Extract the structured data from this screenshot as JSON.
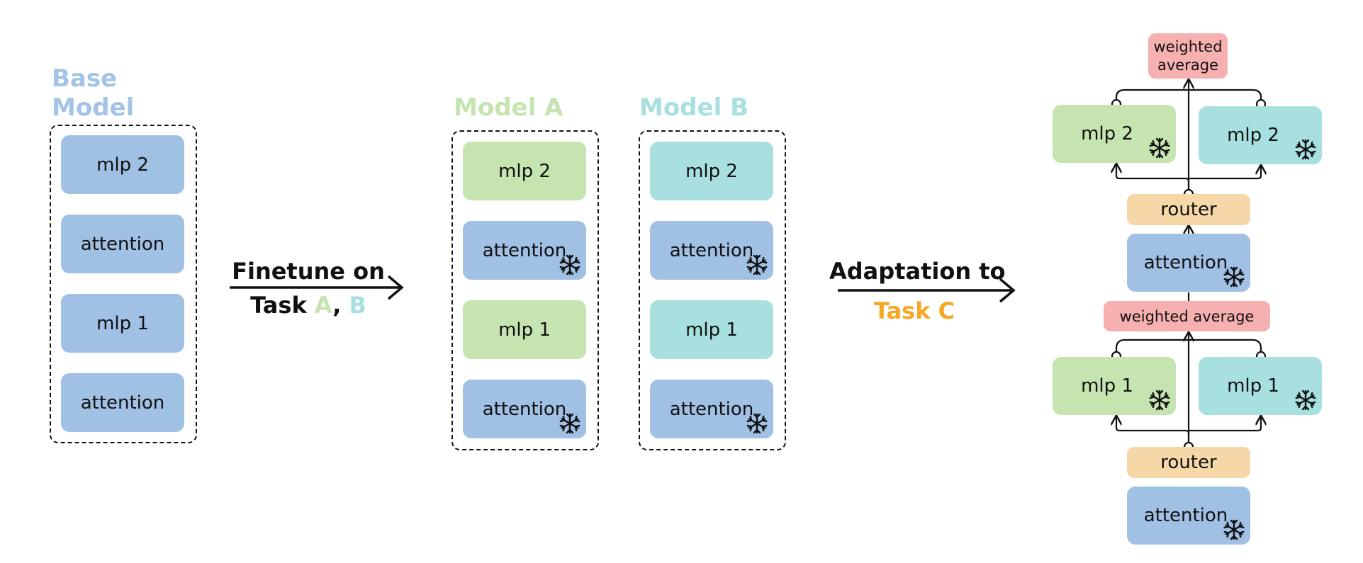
{
  "colors": {
    "attention": "#a0c0e4",
    "task_a": "#c6e4b0",
    "task_b": "#a8e0e0",
    "router": "#f6d7a7",
    "weighted_average": "#f7b0b0",
    "base_model_title": "#a3c4e6",
    "model_a_title": "#c6e4b0",
    "model_b_title": "#a8e0e0",
    "task_c": "#f5a623"
  },
  "base_model": {
    "title": "Base\nModel",
    "layers": [
      "mlp 2",
      "attention",
      "mlp 1",
      "attention"
    ]
  },
  "arrow1": {
    "line1": "Finetune on",
    "line2_prefix": "Task ",
    "task_a": "A",
    "sep": ", ",
    "task_b": "B"
  },
  "model_a": {
    "title": "Model A",
    "layers": [
      "mlp 2",
      "attention",
      "mlp 1",
      "attention"
    ]
  },
  "model_b": {
    "title": "Model B",
    "layers": [
      "mlp 2",
      "attention",
      "mlp 1",
      "attention"
    ]
  },
  "arrow2": {
    "line1": "Adaptation to",
    "line2": "Task C"
  },
  "adapted": {
    "weighted_average_top": "weighted\naverage",
    "mlp2_a": "mlp 2",
    "mlp2_b": "mlp 2",
    "router_top": "router",
    "attention_top": "attention",
    "weighted_average_mid": "weighted average",
    "mlp1_a": "mlp 1",
    "mlp1_b": "mlp 1",
    "router_bottom": "router",
    "attention_bottom": "attention"
  },
  "icons": {
    "frozen": "snowflake-icon"
  }
}
